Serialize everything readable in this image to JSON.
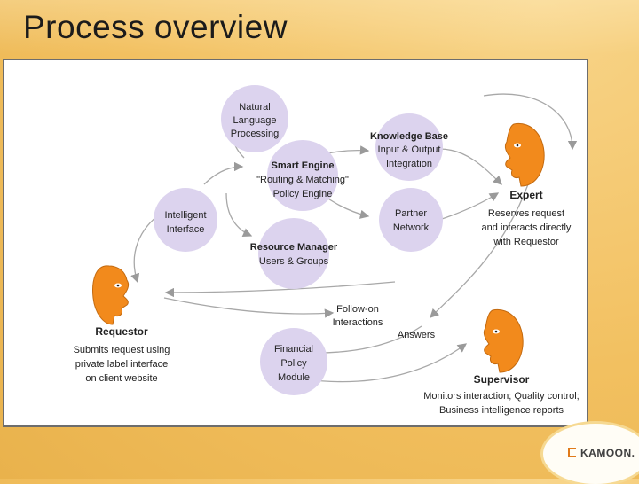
{
  "slide": {
    "title": "Process overview"
  },
  "nodes": {
    "nlp": [
      "Natural",
      "Language",
      "Processing"
    ],
    "smart_engine": {
      "title": "Smart Engine",
      "lines": [
        "\"Routing & Matching\"",
        "Policy Engine"
      ]
    },
    "knowledge_base": {
      "title": "Knowledge Base",
      "lines": [
        "Input & Output",
        "Integration"
      ]
    },
    "intelligent_interface": [
      "Intelligent",
      "Interface"
    ],
    "partner_network": [
      "Partner",
      "Network"
    ],
    "resource_manager": {
      "title": "Resource Manager",
      "lines": [
        "Users & Groups"
      ]
    },
    "financial_policy": [
      "Financial",
      "Policy",
      "Module"
    ]
  },
  "actors": {
    "expert": {
      "title": "Expert",
      "lines": [
        "Reserves request",
        "and interacts directly",
        "with Requestor"
      ]
    },
    "requestor": {
      "title": "Requestor",
      "lines": [
        "Submits request using",
        "private label interface",
        "on client website"
      ]
    },
    "supervisor": {
      "title": "Supervisor",
      "lines": [
        "Monitors interaction; Quality control;",
        "Business intelligence reports"
      ]
    }
  },
  "flow_labels": {
    "follow_on": [
      "Follow-on",
      "Interactions"
    ],
    "answers": "Answers"
  },
  "logo": {
    "text": "KAMOON."
  },
  "colors": {
    "node_fill": "#dcd3ee",
    "face_fill": "#f28a1c",
    "arrow": "#9a9a9a",
    "background": "#f2c060"
  }
}
